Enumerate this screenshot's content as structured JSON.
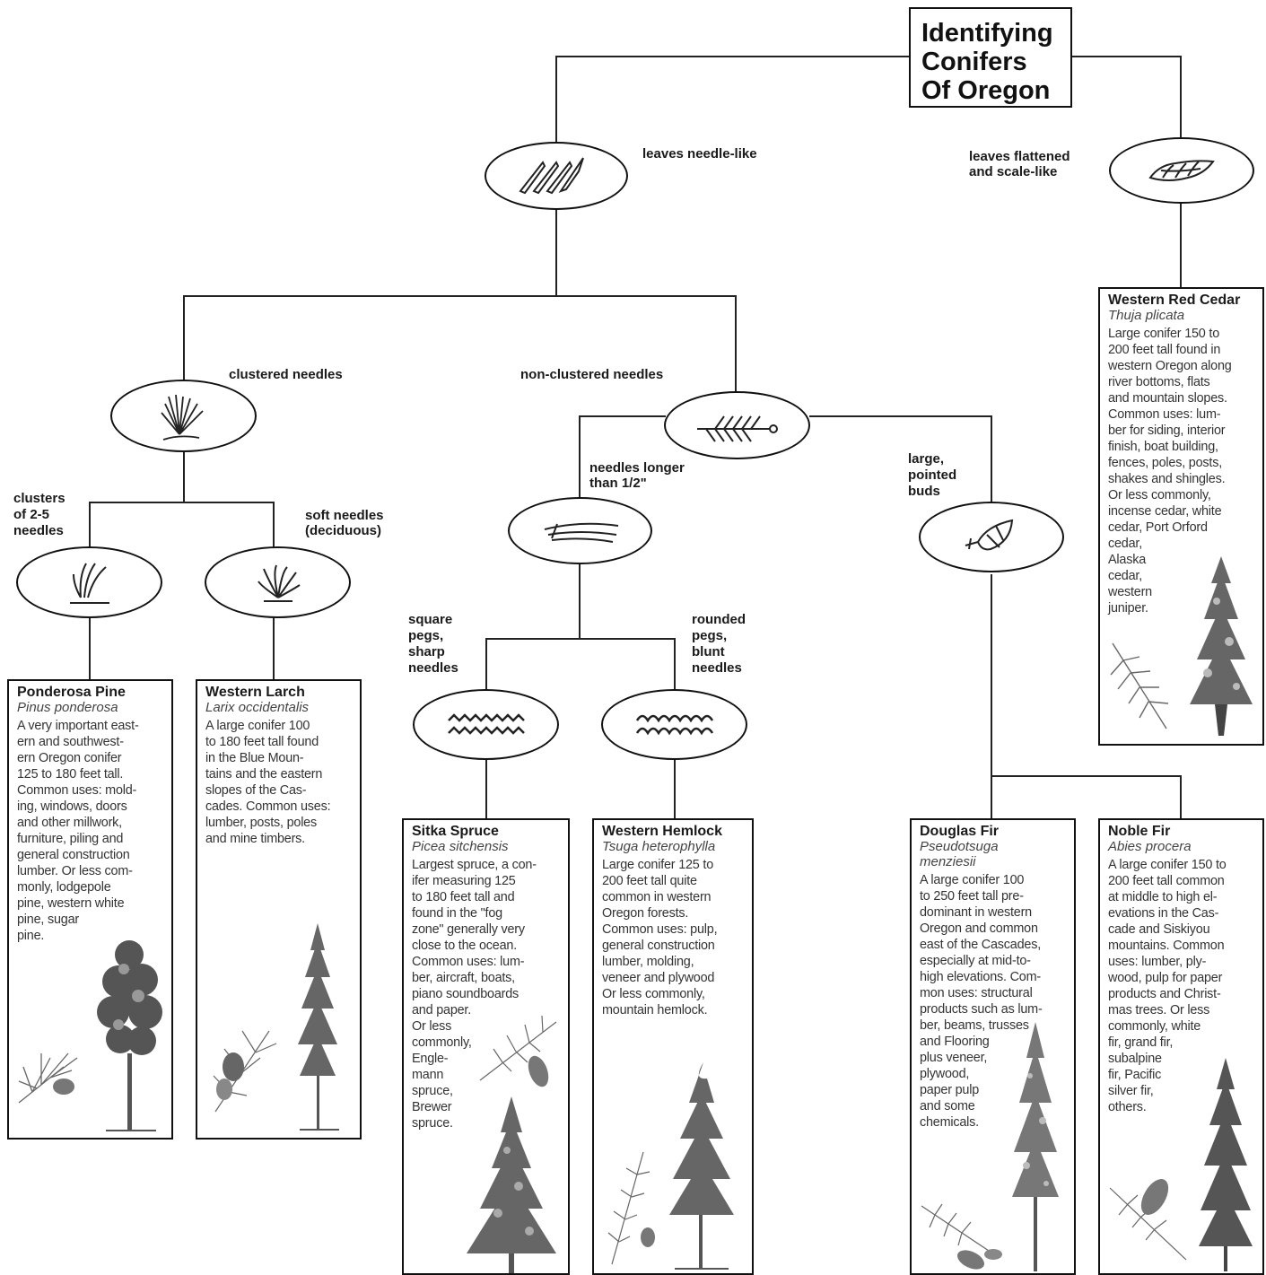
{
  "title": {
    "lines": [
      "Identifying",
      "Conifers",
      "Of Oregon"
    ]
  },
  "branch_labels": {
    "needle_like": [
      "leaves needle-like"
    ],
    "scale_like": [
      "leaves flattened",
      "and scale-like"
    ],
    "clustered": [
      "clustered needles"
    ],
    "non_clustered": [
      "non-clustered needles"
    ],
    "clusters_2_5": [
      "clusters",
      "of 2-5",
      "needles"
    ],
    "soft_needles": [
      "soft needles",
      "(deciduous)"
    ],
    "needles_longer": [
      "needles longer",
      "than 1/2\""
    ],
    "pointed_buds": [
      "large,",
      "pointed",
      "buds"
    ],
    "square_pegs": [
      "square",
      "pegs,",
      "sharp",
      "needles"
    ],
    "rounded_pegs": [
      "rounded",
      "pegs,",
      "blunt",
      "needles"
    ]
  },
  "species": {
    "ponderosa": {
      "name": "Ponderosa Pine",
      "latin": "Pinus ponderosa",
      "lines": [
        "A very important east-",
        "ern and southwest-",
        "ern Oregon conifer",
        "125 to 180 feet tall.",
        "Common uses: mold-",
        "ing, windows, doors",
        "and other millwork,",
        "furniture, piling and",
        "general construction",
        "lumber. Or less com-",
        "monly, lodgepole",
        "pine, western white",
        "pine, sugar",
        "pine."
      ]
    },
    "larch": {
      "name": "Western Larch",
      "latin": "Larix occidentalis",
      "lines": [
        "A large conifer 100",
        "to 180 feet tall found",
        "in the Blue Moun-",
        "tains and the eastern",
        "slopes of the Cas-",
        "cades. Common uses:",
        "lumber, posts, poles",
        "and mine timbers."
      ]
    },
    "sitka": {
      "name": "Sitka Spruce",
      "latin": "Picea sitchensis",
      "lines": [
        "Largest spruce, a con-",
        "ifer measuring 125",
        "to 180 feet tall and",
        "found in the \"fog",
        "zone\" generally very",
        "close to the ocean.",
        "Common uses: lum-",
        "ber, aircraft, boats,",
        "piano soundboards",
        "and paper.",
        "Or less",
        "commonly,",
        "Engle-",
        "mann",
        "spruce,",
        "Brewer",
        "spruce."
      ]
    },
    "hemlock": {
      "name": "Western Hemlock",
      "latin": "Tsuga heterophylla",
      "lines": [
        "Large conifer 125 to",
        "200 feet tall quite",
        "common in western",
        "Oregon forests.",
        "Common uses: pulp,",
        "general construction",
        "lumber, molding,",
        "veneer and plywood",
        "Or less commonly,",
        "mountain hemlock."
      ]
    },
    "douglas": {
      "name": "Douglas Fir",
      "latin": "Pseudotsuga menziesii",
      "latin_lines": [
        "Pseudotsuga",
        "menziesii"
      ],
      "lines": [
        "A large conifer 100",
        "to 250 feet tall pre-",
        "dominant in western",
        "Oregon and common",
        "east of the Cascades,",
        "especially at mid-to-",
        "high elevations. Com-",
        "mon uses: structural",
        "products such as lum-",
        "ber, beams, trusses",
        "and Flooring",
        "plus veneer,",
        "plywood,",
        "paper pulp",
        "and some",
        "chemicals."
      ]
    },
    "noble": {
      "name": "Noble Fir",
      "latin": "Abies procera",
      "lines": [
        "A large conifer 150 to",
        "200 feet tall common",
        "at middle to high el-",
        "evations in the Cas-",
        "cade and Siskiyou",
        "mountains. Common",
        "uses: lumber, ply-",
        "wood, pulp for paper",
        "products and Christ-",
        "mas trees. Or less",
        "commonly, white",
        "fir, grand fir,",
        "subalpine",
        "fir, Pacific",
        "silver fir,",
        "others."
      ]
    },
    "cedar": {
      "name": "Western Red Cedar",
      "latin": "Thuja plicata",
      "lines": [
        "Large conifer 150 to",
        "200 feet tall found in",
        "western Oregon along",
        "river bottoms, flats",
        "and mountain slopes.",
        "Common uses: lum-",
        "ber for siding, interior",
        "finish, boat building,",
        "fences, poles, posts,",
        "shakes and shingles.",
        "Or less commonly,",
        "incense cedar, white",
        "cedar, Port Orford",
        "cedar,",
        "Alaska",
        "cedar,",
        "western",
        "juniper."
      ]
    }
  },
  "icons": {
    "needle_like": "needle-leaf-icon",
    "scale_like": "scale-leaf-icon",
    "clustered": "clustered-needles-icon",
    "non_clustered": "single-needles-twig-icon",
    "clusters_2_5": "needle-bundle-icon",
    "soft_needles": "soft-needle-tuft-icon",
    "needles_longer": "long-needles-icon",
    "pointed_buds": "pointed-bud-icon",
    "square_pegs": "square-peg-icon",
    "rounded_pegs": "rounded-peg-icon"
  }
}
